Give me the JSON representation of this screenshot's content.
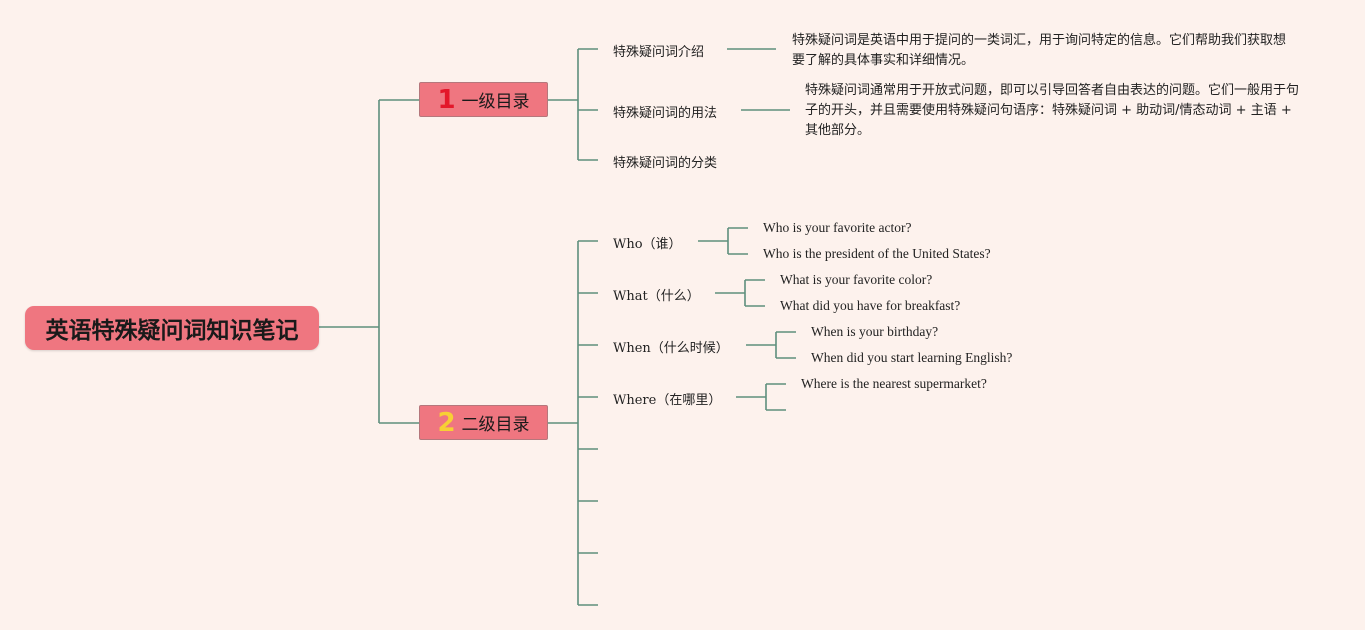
{
  "title": "英语特殊疑问词知识笔记",
  "sections": [
    {
      "number": "1",
      "label": "一级目录",
      "items": [
        {
          "label": "特殊疑问词介绍",
          "description": "特殊疑问词是英语中用于提问的一类词汇，用于询问特定的信息。它们帮助我们获取想要了解的具体事实和详细情况。"
        },
        {
          "label": "特殊疑问词的用法",
          "description": "特殊疑问词通常用于开放式问题，即可以引导回答者自由表达的问题。它们一般用于句子的开头，并且需要使用特殊疑问句语序：特殊疑问词 + 助动词/情态动词 + 主语 + 其他部分。"
        },
        {
          "label": "特殊疑问词的分类"
        }
      ]
    },
    {
      "number": "2",
      "label": "二级目录",
      "items": [
        {
          "label": "Who（谁）",
          "examples": [
            "Who is your favorite actor?",
            "Who is the president of the United States?"
          ]
        },
        {
          "label": "What（什么）",
          "examples": [
            "What is your favorite color?",
            "What did you have for breakfast?"
          ]
        },
        {
          "label": "When（什么时候）",
          "examples": [
            "When is your birthday?",
            "When did you start learning English?"
          ]
        },
        {
          "label": "Where（在哪里）",
          "examples": [
            "Where is the nearest supermarket?"
          ]
        }
      ]
    }
  ],
  "colors": {
    "background": "#fdf2ed",
    "node_fill": "#ef7680",
    "connector": "#5e8f7d",
    "number_1": "#e3172a",
    "number_2": "#f7d035"
  }
}
